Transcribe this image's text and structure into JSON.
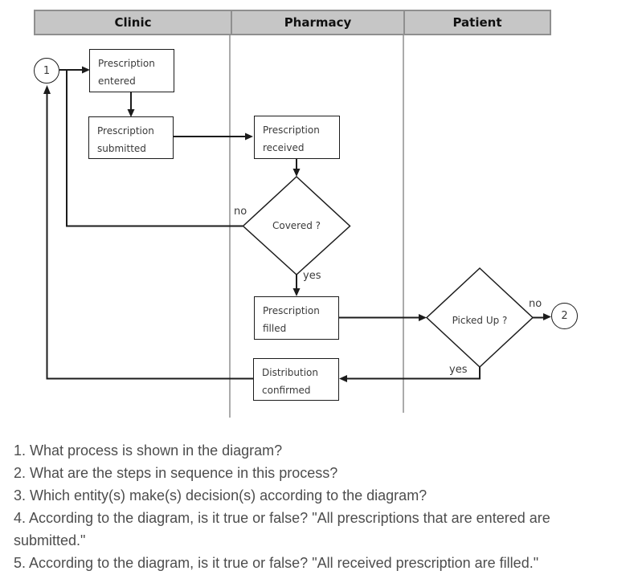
{
  "diagram": {
    "lanes": [
      "Clinic",
      "Pharmacy",
      "Patient"
    ],
    "nodes": {
      "connector_1": "1",
      "connector_2": "2",
      "prescription_entered": "Prescription entered",
      "prescription_submitted": "Prescription submitted",
      "prescription_received": "Prescription received",
      "covered_decision": "Covered ?",
      "prescription_filled": "Prescription filled",
      "picked_up_decision": "Picked Up ?",
      "distribution_confirmed": "Distribution confirmed"
    },
    "edge_labels": {
      "covered_no": "no",
      "covered_yes": "yes",
      "picked_no": "no",
      "picked_yes": "yes"
    },
    "colors": {
      "header_bg": "#c6c6c6",
      "header_border": "#8f8f8f",
      "lane_line": "#ababab",
      "line": "#1c1c1c",
      "node_text": "#3a3a3a",
      "question_text": "#4d4d4d"
    }
  },
  "questions": [
    "1. What process is shown in the diagram?",
    "2. What are the steps in sequence in this process?",
    "3. Which entity(s) make(s) decision(s) according to the diagram?",
    "4. According to the diagram, is it true or false? \"All prescriptions that are entered are submitted.\"",
    "5. According to the diagram, is it true or false? \"All received prescription are filled.\""
  ]
}
